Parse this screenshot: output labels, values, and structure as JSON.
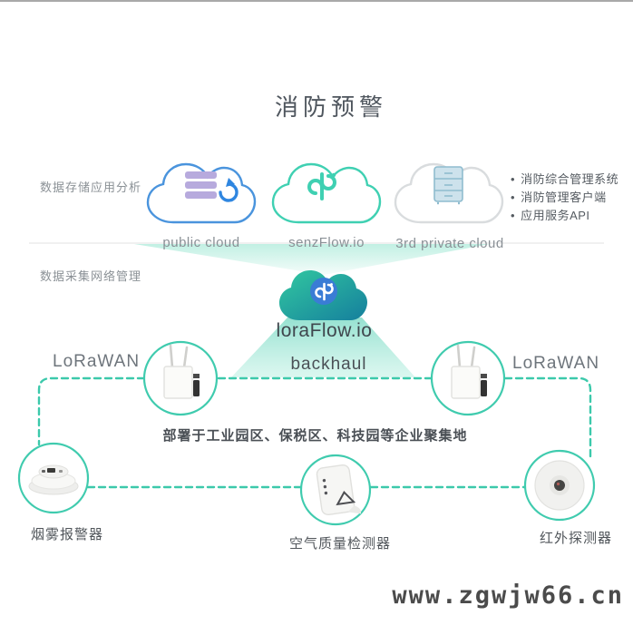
{
  "title": "消防预警",
  "layers": {
    "storage_label": "数据存储应用分析",
    "network_label": "数据采集网络管理"
  },
  "clouds": {
    "public": {
      "label": "public cloud"
    },
    "senzflow": {
      "label": "senzFlow.io"
    },
    "private": {
      "label": "3rd private cloud"
    }
  },
  "applications": [
    "消防综合管理系统",
    "消防管理客户端",
    "应用服务API"
  ],
  "core": {
    "label": "loraFlow.io",
    "backhaul_label": "backhaul"
  },
  "gateways": {
    "left_label": "LoRaWAN",
    "right_label": "LoRaWAN"
  },
  "deployment_note": "部署于工业园区、保税区、科技园等企业聚集地",
  "sensors": [
    {
      "label": "烟雾报警器"
    },
    {
      "label": "空气质量检测器"
    },
    {
      "label": "红外探测器"
    }
  ],
  "watermark": "www.zgwjw66.cn",
  "colors": {
    "teal_line": "#3cc9ab",
    "beam_teal": "#3ec8aa",
    "public_cloud_stroke": "#4a94dd",
    "senzflow_stroke": "#3fd0b2",
    "private_cloud_stroke": "#d9dcde",
    "loraflow_gradient_start": "#30c6a2",
    "loraflow_gradient_end": "#157f9d",
    "badge_blue": "#3a7cd5",
    "database_icon": "#b7aadd",
    "refresh_icon": "#2f86e0",
    "cabinet_fill": "#cde2ec",
    "divider": "#ececec"
  }
}
